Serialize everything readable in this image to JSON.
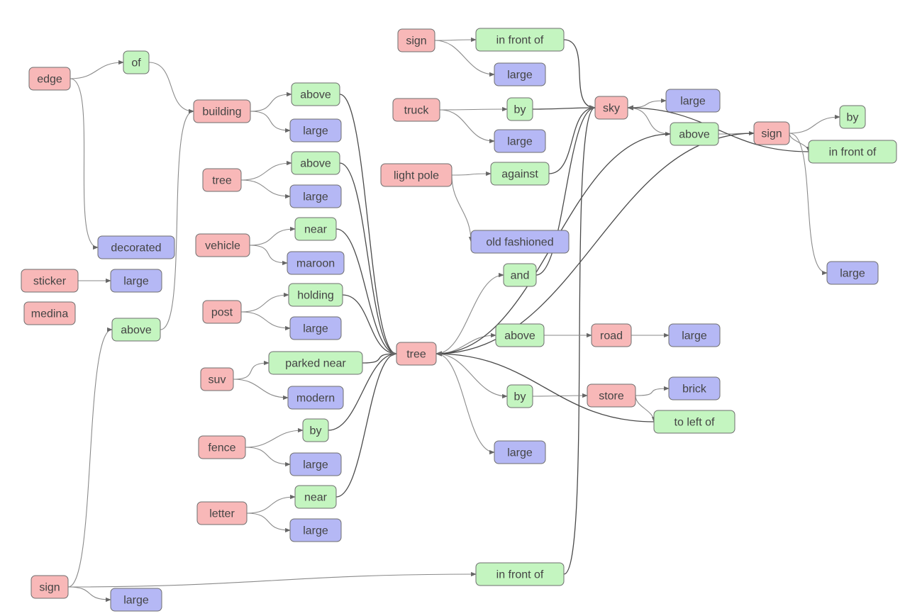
{
  "graph": {
    "colors": {
      "object": "#f8b8b8",
      "relation": "#c4f5c0",
      "attribute": "#b5b8f5"
    },
    "nodes": [
      {
        "id": "edge1",
        "label": "edge",
        "kind": "object"
      },
      {
        "id": "of1",
        "label": "of",
        "kind": "relation"
      },
      {
        "id": "building",
        "label": "building",
        "kind": "object"
      },
      {
        "id": "above_b",
        "label": "above",
        "kind": "relation"
      },
      {
        "id": "large_b",
        "label": "large",
        "kind": "attribute"
      },
      {
        "id": "tree1",
        "label": "tree",
        "kind": "object"
      },
      {
        "id": "above_t",
        "label": "above",
        "kind": "relation"
      },
      {
        "id": "large_t",
        "label": "large",
        "kind": "attribute"
      },
      {
        "id": "decorated",
        "label": "decorated",
        "kind": "attribute"
      },
      {
        "id": "vehicle",
        "label": "vehicle",
        "kind": "object"
      },
      {
        "id": "near_v",
        "label": "near",
        "kind": "relation"
      },
      {
        "id": "maroon",
        "label": "maroon",
        "kind": "attribute"
      },
      {
        "id": "sticker",
        "label": "sticker",
        "kind": "object"
      },
      {
        "id": "large_st",
        "label": "large",
        "kind": "attribute"
      },
      {
        "id": "medina",
        "label": "medina",
        "kind": "object"
      },
      {
        "id": "post",
        "label": "post",
        "kind": "object"
      },
      {
        "id": "holding",
        "label": "holding",
        "kind": "relation"
      },
      {
        "id": "large_p",
        "label": "large",
        "kind": "attribute"
      },
      {
        "id": "above_s",
        "label": "above",
        "kind": "relation"
      },
      {
        "id": "suv",
        "label": "suv",
        "kind": "object"
      },
      {
        "id": "parked",
        "label": "parked near",
        "kind": "relation"
      },
      {
        "id": "modern",
        "label": "modern",
        "kind": "attribute"
      },
      {
        "id": "fence",
        "label": "fence",
        "kind": "object"
      },
      {
        "id": "by_f",
        "label": "by",
        "kind": "relation"
      },
      {
        "id": "large_f",
        "label": "large",
        "kind": "attribute"
      },
      {
        "id": "letter",
        "label": "letter",
        "kind": "object"
      },
      {
        "id": "near_l",
        "label": "near",
        "kind": "relation"
      },
      {
        "id": "large_l",
        "label": "large",
        "kind": "attribute"
      },
      {
        "id": "sign_bl",
        "label": "sign",
        "kind": "object"
      },
      {
        "id": "large_sbl",
        "label": "large",
        "kind": "attribute"
      },
      {
        "id": "infront_b",
        "label": "in front of",
        "kind": "relation"
      },
      {
        "id": "sign_t",
        "label": "sign",
        "kind": "object"
      },
      {
        "id": "infront_t",
        "label": "in front of",
        "kind": "relation"
      },
      {
        "id": "large_stop",
        "label": "large",
        "kind": "attribute"
      },
      {
        "id": "truck",
        "label": "truck",
        "kind": "object"
      },
      {
        "id": "by_tr",
        "label": "by",
        "kind": "relation"
      },
      {
        "id": "large_tr",
        "label": "large",
        "kind": "attribute"
      },
      {
        "id": "lightpole",
        "label": "light pole",
        "kind": "object"
      },
      {
        "id": "against",
        "label": "against",
        "kind": "relation"
      },
      {
        "id": "oldf",
        "label": "old fashioned",
        "kind": "attribute"
      },
      {
        "id": "and1",
        "label": "and",
        "kind": "relation"
      },
      {
        "id": "tree_c",
        "label": "tree",
        "kind": "object"
      },
      {
        "id": "above_tc",
        "label": "above",
        "kind": "relation"
      },
      {
        "id": "road",
        "label": "road",
        "kind": "object"
      },
      {
        "id": "large_road",
        "label": "large",
        "kind": "attribute"
      },
      {
        "id": "by_c",
        "label": "by",
        "kind": "relation"
      },
      {
        "id": "store",
        "label": "store",
        "kind": "object"
      },
      {
        "id": "brick",
        "label": "brick",
        "kind": "attribute"
      },
      {
        "id": "toleft",
        "label": "to left of",
        "kind": "relation"
      },
      {
        "id": "large_tc",
        "label": "large",
        "kind": "attribute"
      },
      {
        "id": "sky",
        "label": "sky",
        "kind": "object"
      },
      {
        "id": "large_sky",
        "label": "large",
        "kind": "attribute"
      },
      {
        "id": "above_sky",
        "label": "above",
        "kind": "relation"
      },
      {
        "id": "sign_r",
        "label": "sign",
        "kind": "object"
      },
      {
        "id": "by_r",
        "label": "by",
        "kind": "relation"
      },
      {
        "id": "infront_r",
        "label": "in front of",
        "kind": "relation"
      },
      {
        "id": "large_r",
        "label": "large",
        "kind": "attribute"
      }
    ],
    "edges": [
      [
        "edge1",
        "of1"
      ],
      [
        "of1",
        "building"
      ],
      [
        "edge1",
        "decorated"
      ],
      [
        "building",
        "above_b"
      ],
      [
        "building",
        "large_b"
      ],
      [
        "above_b",
        "tree_c"
      ],
      [
        "tree1",
        "above_t"
      ],
      [
        "tree1",
        "large_t"
      ],
      [
        "above_t",
        "tree_c"
      ],
      [
        "vehicle",
        "near_v"
      ],
      [
        "vehicle",
        "maroon"
      ],
      [
        "near_v",
        "tree_c"
      ],
      [
        "sticker",
        "large_st"
      ],
      [
        "post",
        "holding"
      ],
      [
        "post",
        "large_p"
      ],
      [
        "holding",
        "tree_c"
      ],
      [
        "sign_bl",
        "above_s"
      ],
      [
        "above_s",
        "building"
      ],
      [
        "sign_bl",
        "large_sbl"
      ],
      [
        "sign_bl",
        "infront_b"
      ],
      [
        "infront_b",
        "sky"
      ],
      [
        "suv",
        "parked"
      ],
      [
        "suv",
        "modern"
      ],
      [
        "parked",
        "tree_c"
      ],
      [
        "fence",
        "by_f"
      ],
      [
        "fence",
        "large_f"
      ],
      [
        "by_f",
        "tree_c"
      ],
      [
        "letter",
        "near_l"
      ],
      [
        "letter",
        "large_l"
      ],
      [
        "near_l",
        "tree_c"
      ],
      [
        "sign_t",
        "infront_t"
      ],
      [
        "sign_t",
        "large_stop"
      ],
      [
        "infront_t",
        "sky"
      ],
      [
        "truck",
        "by_tr"
      ],
      [
        "truck",
        "large_tr"
      ],
      [
        "by_tr",
        "sky"
      ],
      [
        "lightpole",
        "against"
      ],
      [
        "lightpole",
        "oldf"
      ],
      [
        "against",
        "sky"
      ],
      [
        "tree_c",
        "and1"
      ],
      [
        "and1",
        "sky"
      ],
      [
        "tree_c",
        "above_tc"
      ],
      [
        "above_tc",
        "road"
      ],
      [
        "road",
        "large_road"
      ],
      [
        "tree_c",
        "by_c"
      ],
      [
        "by_c",
        "store"
      ],
      [
        "store",
        "brick"
      ],
      [
        "store",
        "toleft"
      ],
      [
        "toleft",
        "tree_c"
      ],
      [
        "tree_c",
        "large_tc"
      ],
      [
        "sky",
        "large_sky"
      ],
      [
        "sky",
        "above_sky"
      ],
      [
        "above_sky",
        "sign_r"
      ],
      [
        "above_sky",
        "tree_c"
      ],
      [
        "sign_r",
        "by_r"
      ],
      [
        "sign_r",
        "infront_r"
      ],
      [
        "infront_r",
        "sky"
      ],
      [
        "sign_r",
        "large_r"
      ],
      [
        "sign_r",
        "tree_c"
      ]
    ]
  }
}
